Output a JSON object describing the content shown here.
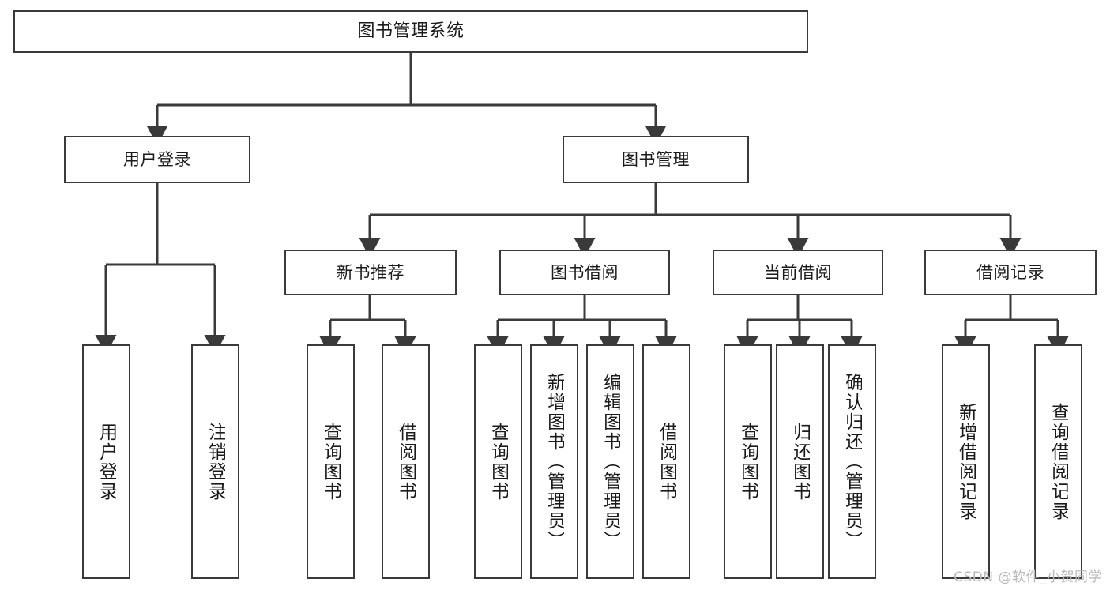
{
  "diagram": {
    "title": "图书管理系统",
    "type": "tree",
    "watermark": "CSDN @软件_小贺同学",
    "stroke_color": "#3a3a3a",
    "fill_color": "#ffffff",
    "text_color": "#1b1b1b",
    "watermark_color": "#b9b9b9"
  },
  "nodes": {
    "root": {
      "label": "图书管理系统",
      "level": 1
    },
    "l2": [
      {
        "id": "user-login",
        "label": "用户登录",
        "level": 2
      },
      {
        "id": "book-manage",
        "label": "图书管理",
        "level": 2
      }
    ],
    "l3": [
      {
        "id": "new-book-rec",
        "label": "新书推荐",
        "level": 3
      },
      {
        "id": "book-borrow",
        "label": "图书借阅",
        "level": 3
      },
      {
        "id": "current-borrow",
        "label": "当前借阅",
        "level": 3
      },
      {
        "id": "borrow-record",
        "label": "借阅记录",
        "level": 3
      }
    ],
    "leaves": [
      {
        "id": "leaf-user-login",
        "label": "用户登录",
        "parent": "user-login"
      },
      {
        "id": "leaf-logout",
        "label": "注销登录",
        "parent": "user-login"
      },
      {
        "id": "leaf-query-book-1",
        "label": "查询图书",
        "parent": "new-book-rec"
      },
      {
        "id": "leaf-borrow-book-1",
        "label": "借阅图书",
        "parent": "new-book-rec"
      },
      {
        "id": "leaf-query-book-2",
        "label": "查询图书",
        "parent": "book-borrow"
      },
      {
        "id": "leaf-add-book",
        "label": "新增图书（管理员）",
        "parent": "book-borrow"
      },
      {
        "id": "leaf-edit-book",
        "label": "编辑图书（管理员）",
        "parent": "book-borrow"
      },
      {
        "id": "leaf-borrow-book-2",
        "label": "借阅图书",
        "parent": "book-borrow"
      },
      {
        "id": "leaf-query-book-3",
        "label": "查询图书",
        "parent": "current-borrow"
      },
      {
        "id": "leaf-return-book",
        "label": "归还图书",
        "parent": "current-borrow"
      },
      {
        "id": "leaf-confirm-return",
        "label": "确认归还（管理员）",
        "parent": "current-borrow"
      },
      {
        "id": "leaf-add-record",
        "label": "新增借阅记录",
        "parent": "borrow-record"
      },
      {
        "id": "leaf-query-record",
        "label": "查询借阅记录",
        "parent": "borrow-record"
      }
    ]
  }
}
